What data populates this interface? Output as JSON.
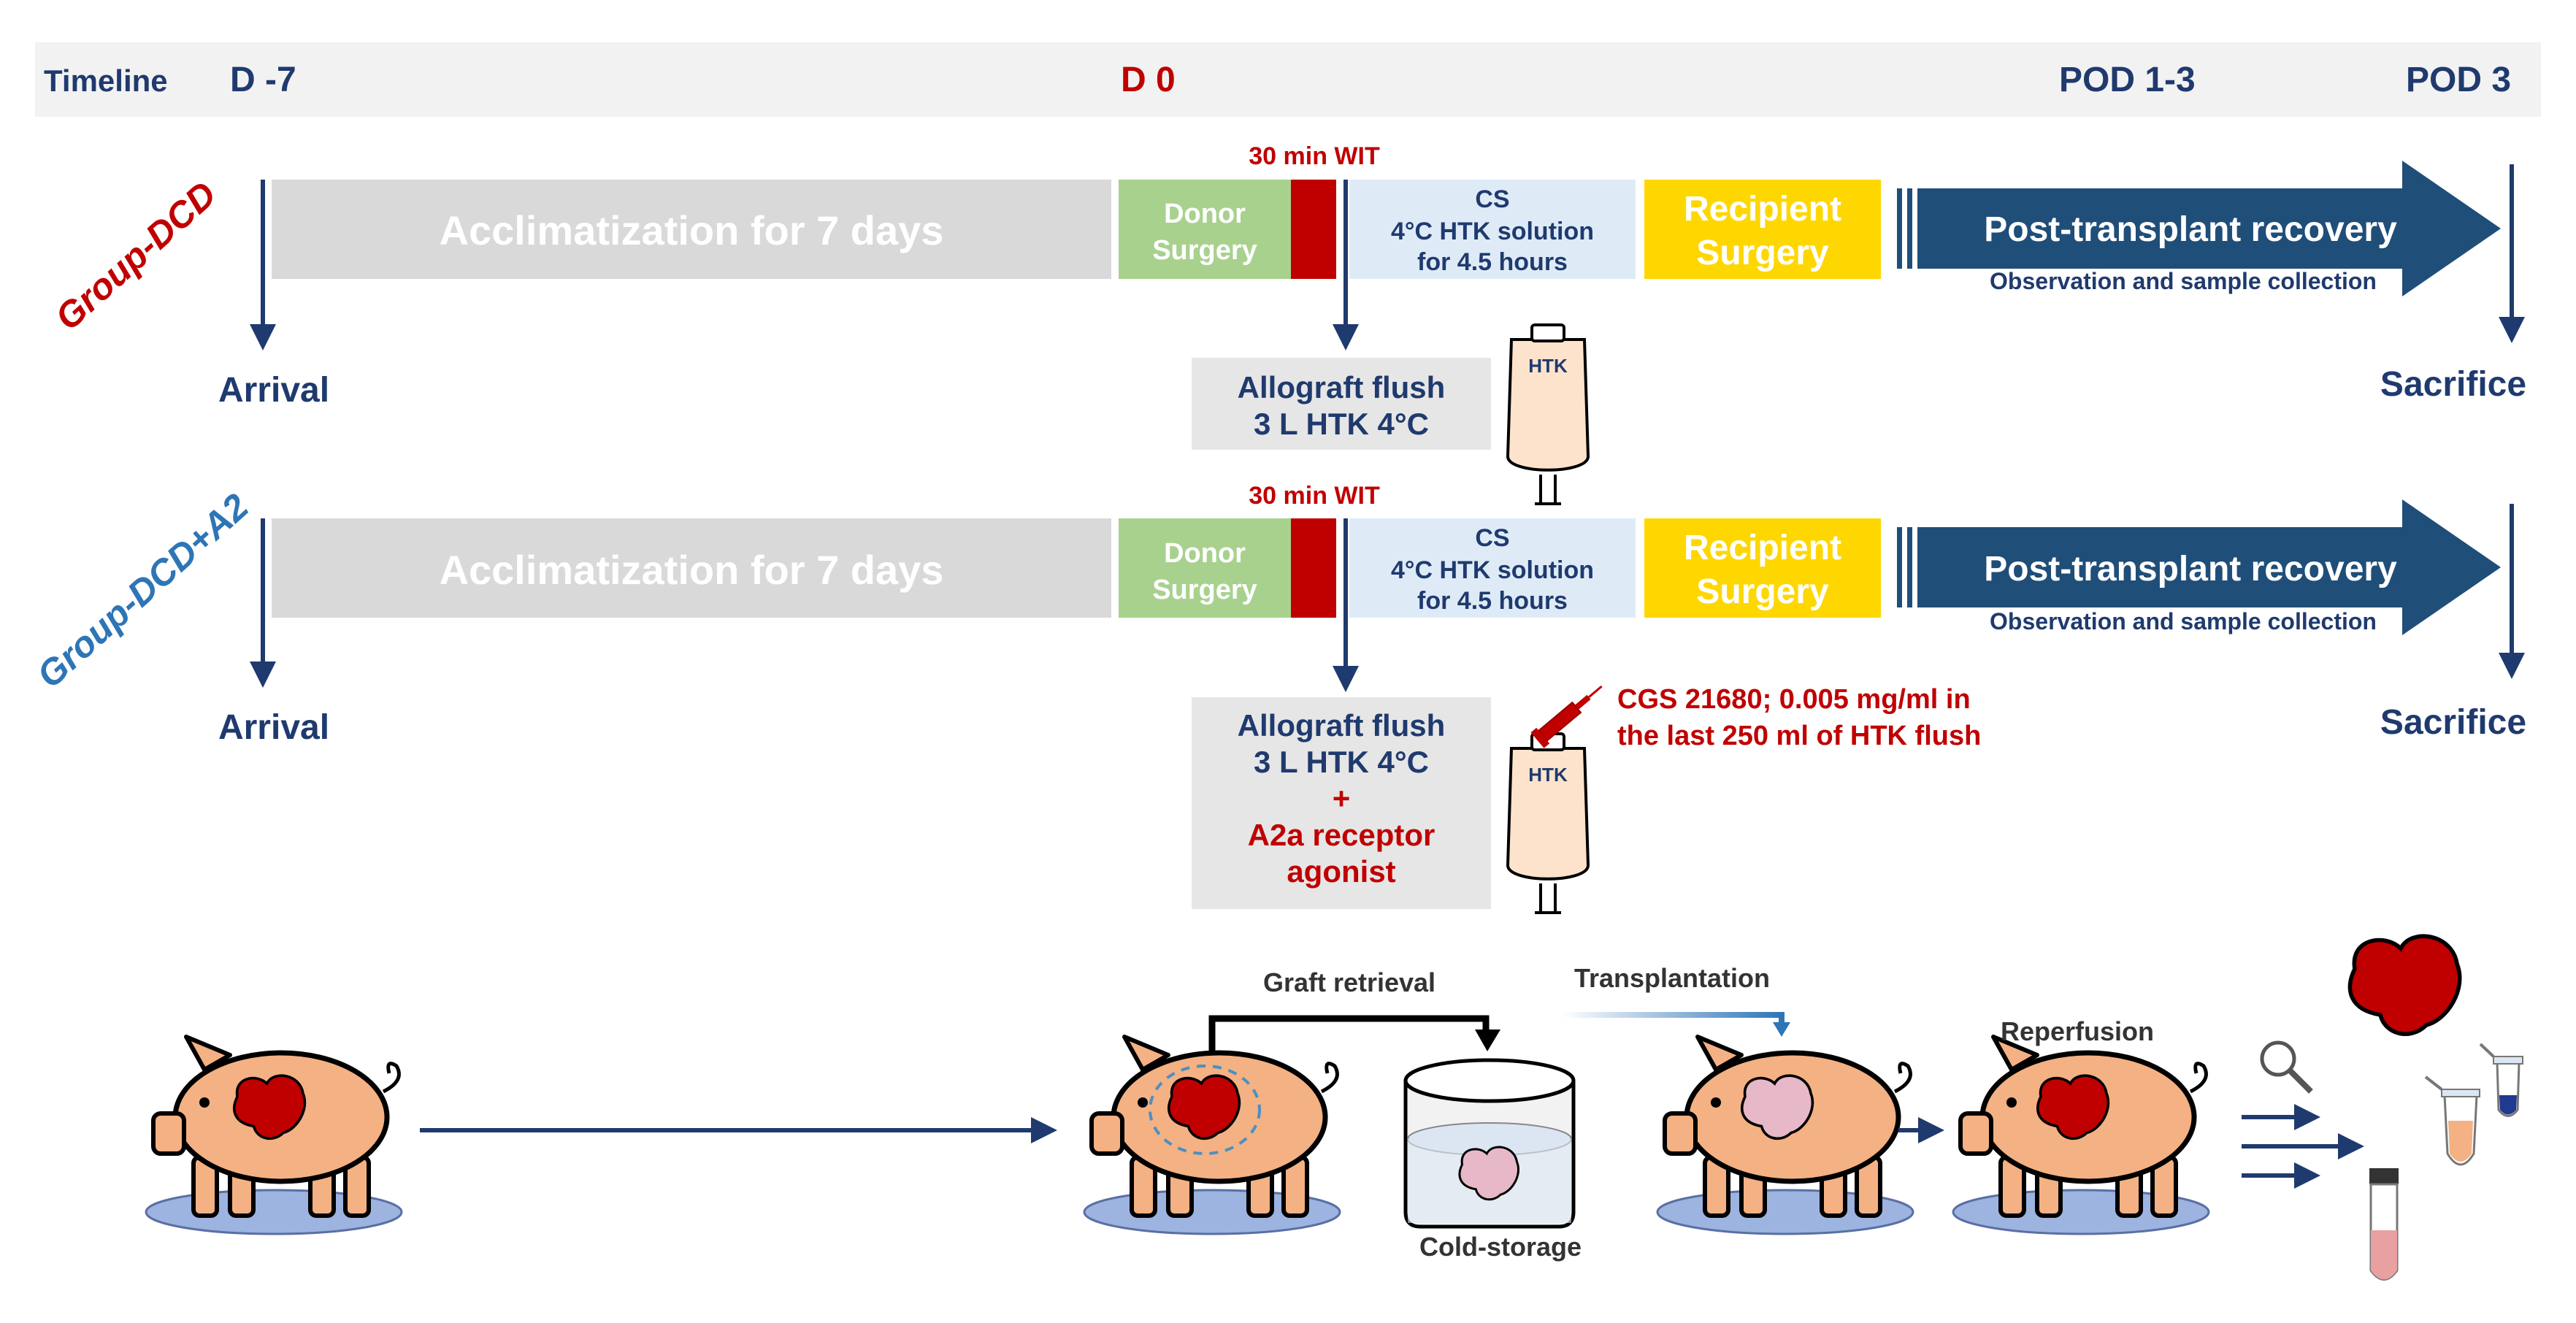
{
  "timeline": {
    "label": "Timeline",
    "d_minus7": "D -7",
    "d0": "D 0",
    "pod13": "POD 1-3",
    "pod3": "POD 3"
  },
  "colors": {
    "navy": "#1f3a6e",
    "red": "#c00000",
    "blue_label": "#2e75b6",
    "gray_box": "#d9d9d9",
    "green_box": "#a9d18e",
    "light_blue_box": "#deebf7",
    "yellow_box": "#ffd700",
    "arrow_blue": "#1f4e79",
    "pig_skin": "#f4b183",
    "liver_red": "#c00000"
  },
  "group1": {
    "name": "Group-DCD",
    "acclimatization": "Acclimatization for 7 days",
    "donor_surgery": [
      "Donor",
      "Surgery"
    ],
    "wit": "30 min WIT",
    "cs": [
      "CS",
      "4°C HTK solution",
      "for 4.5 hours"
    ],
    "recipient_surgery": [
      "Recipient",
      "Surgery"
    ],
    "recovery": "Post-transplant recovery",
    "observation": "Observation and sample collection",
    "arrival": "Arrival",
    "sacrifice": "Sacrifice",
    "flush": [
      "Allograft flush",
      "3 L HTK 4°C"
    ],
    "bag_label": "HTK"
  },
  "group2": {
    "name": "Group-DCD+A2",
    "acclimatization": "Acclimatization for 7 days",
    "donor_surgery": [
      "Donor",
      "Surgery"
    ],
    "wit": "30 min WIT",
    "cs": [
      "CS",
      "4°C HTK solution",
      "for 4.5 hours"
    ],
    "recipient_surgery": [
      "Recipient",
      "Surgery"
    ],
    "recovery": "Post-transplant recovery",
    "observation": "Observation and sample collection",
    "arrival": "Arrival",
    "sacrifice": "Sacrifice",
    "flush": [
      "Allograft flush",
      "3 L HTK 4°C",
      "+",
      "A2a receptor",
      "agonist"
    ],
    "bag_label": "HTK",
    "cgs_note": [
      "CGS 21680; 0.005 mg/ml in",
      "the last 250 ml of HTK flush"
    ]
  },
  "workflow": {
    "graft_retrieval": "Graft retrieval",
    "transplantation": "Transplantation",
    "cold_storage": "Cold-storage",
    "reperfusion": "Reperfusion"
  }
}
